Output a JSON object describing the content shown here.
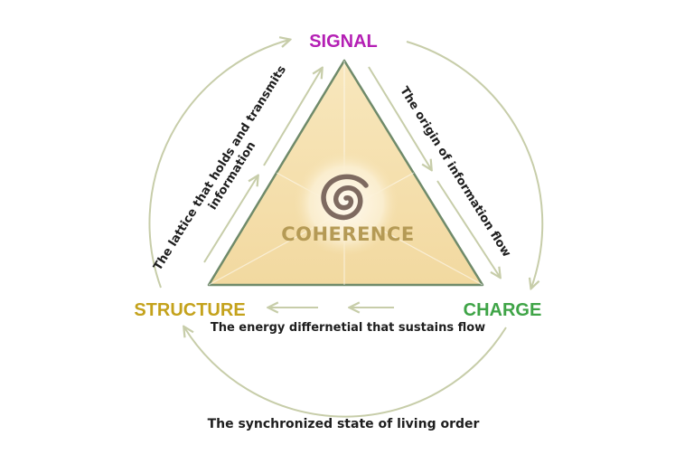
{
  "nodes": {
    "signal": {
      "label": "SIGNAL",
      "color": "#b41fb4"
    },
    "charge": {
      "label": "CHARGE",
      "color": "#3fa447"
    },
    "structure": {
      "label": "STRUCTURE",
      "color": "#c4a21c"
    }
  },
  "edges": {
    "structure_to_signal": {
      "line1": "The lattice that holds and transmits",
      "line2": "information"
    },
    "signal_to_charge": {
      "line1": "The origin of information flow"
    },
    "charge_to_structure": {
      "line1": "The energy differnetial that sustains flow"
    }
  },
  "center": {
    "label": "COHERENCE",
    "icon": "spiral-icon"
  },
  "caption": "The synchronized state of living order",
  "colors": {
    "triangle_fill": "#f6e2b2",
    "triangle_stroke": "#6f8a6a",
    "arrow": "#c7cda9",
    "spiral": "#7e6a60",
    "center_text": "#b59a55"
  }
}
